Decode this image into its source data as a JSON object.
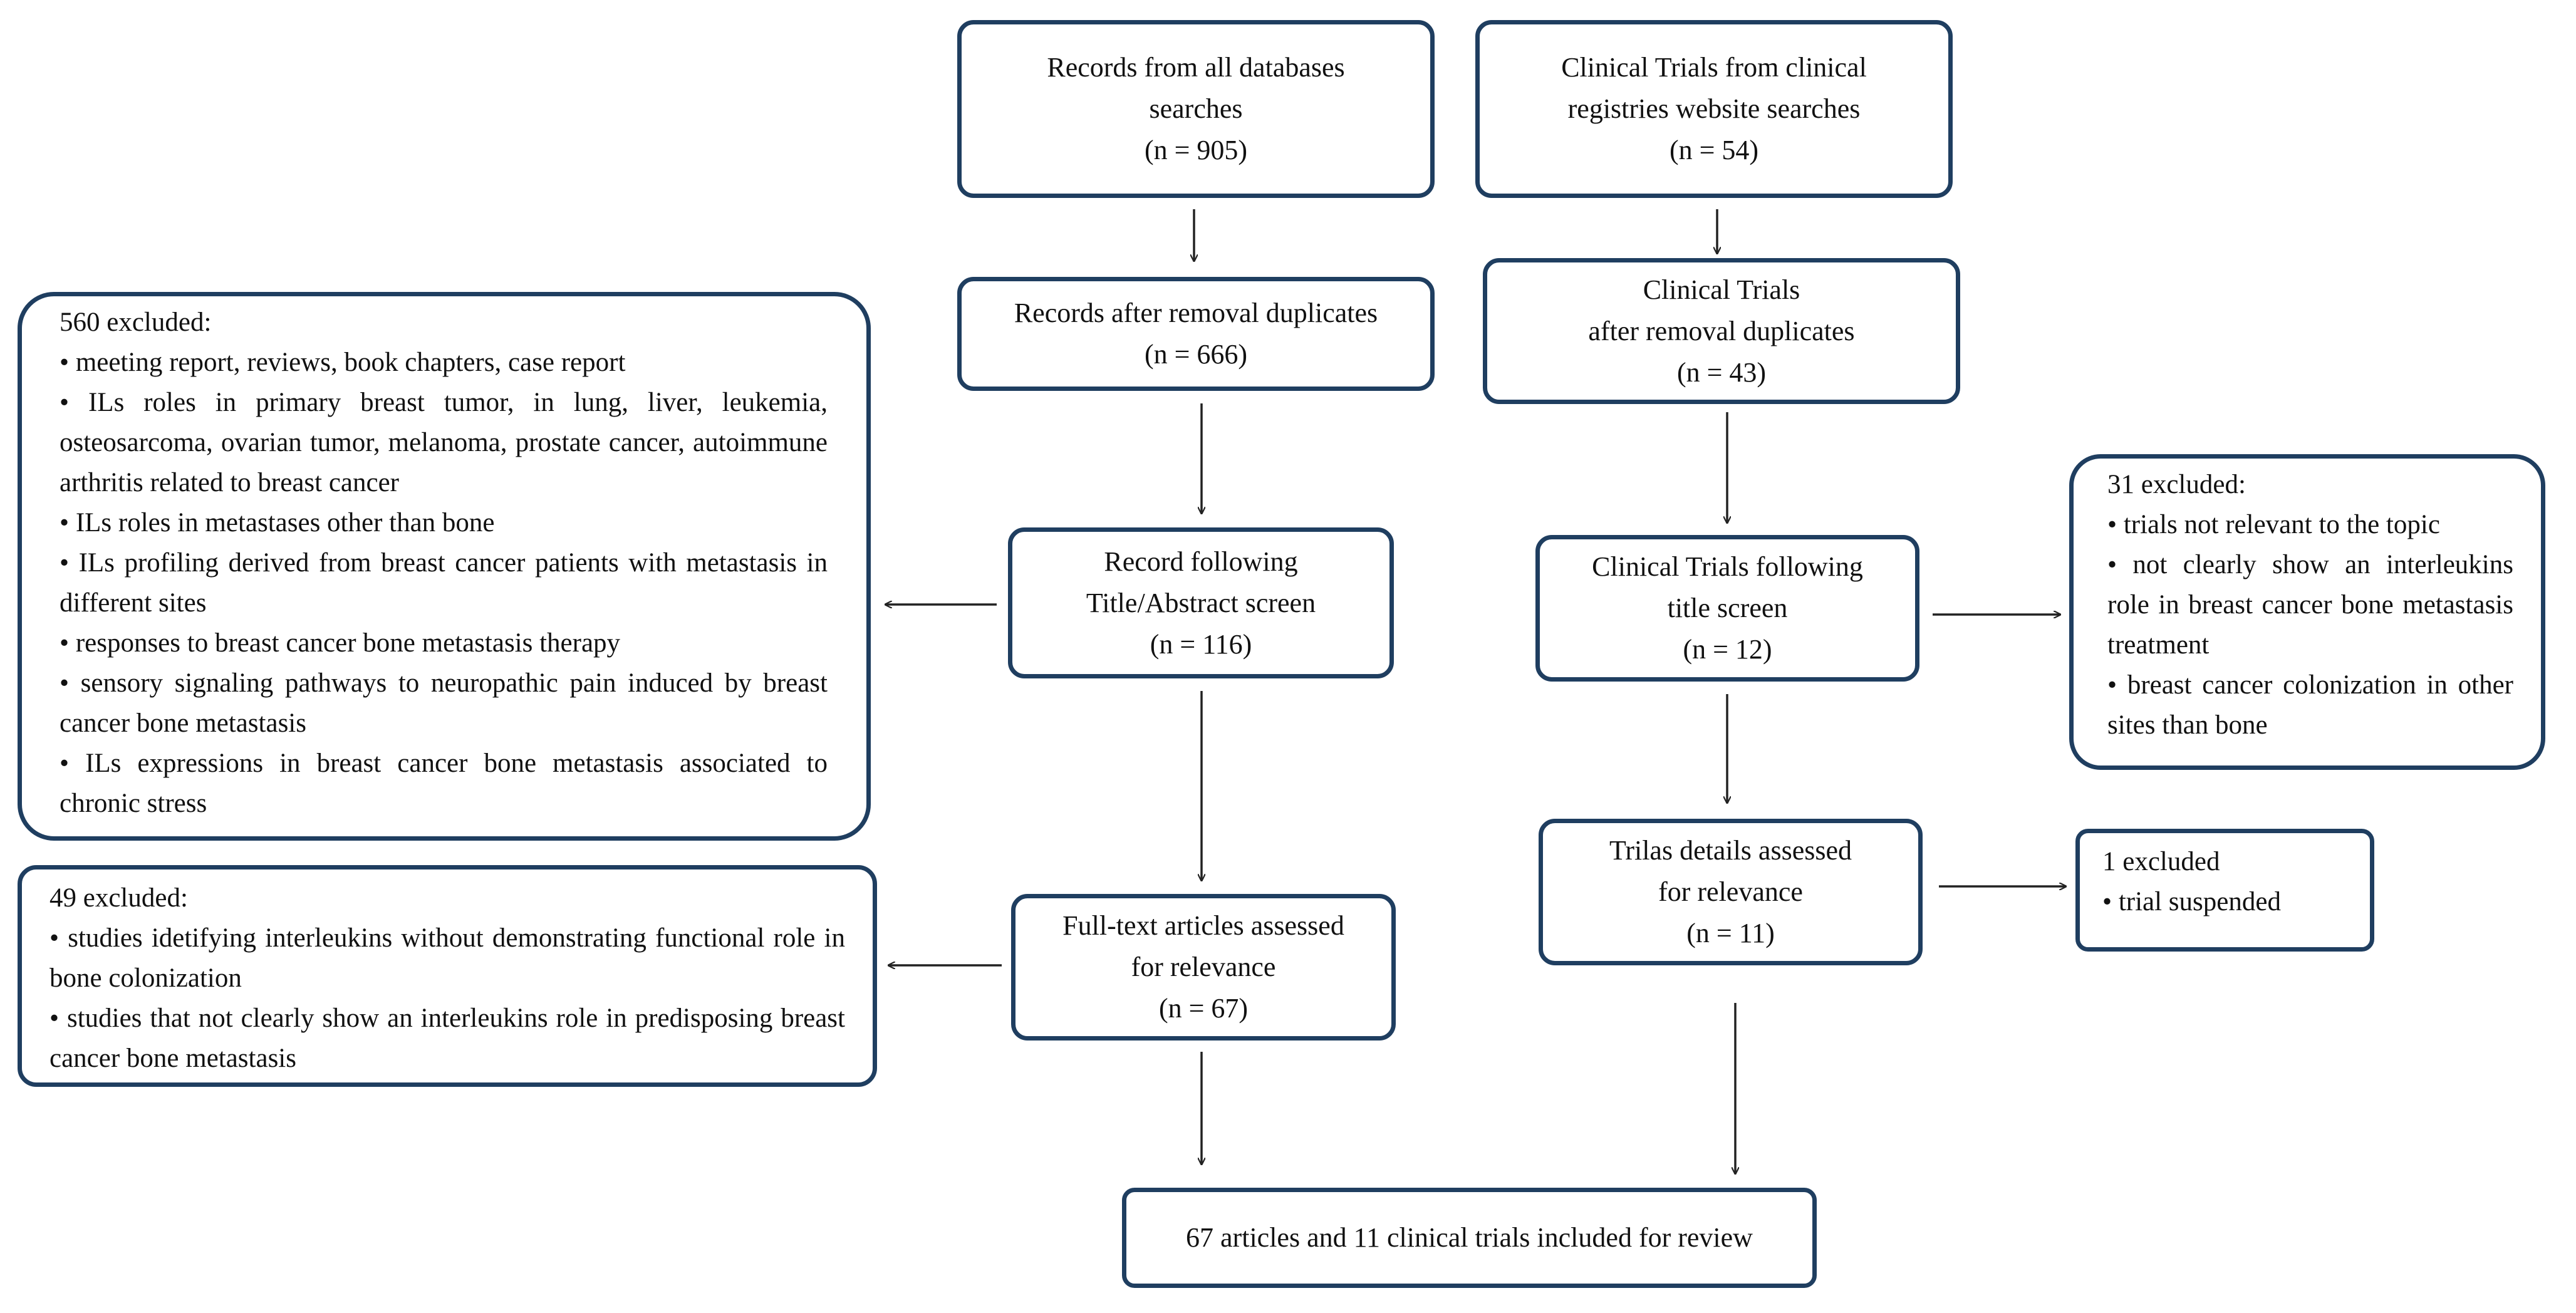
{
  "left_column": {
    "records_all": [
      "Records from all databases",
      "searches",
      "(n = 905)"
    ],
    "records_dedup": [
      "Records after removal duplicates",
      "(n = 666)"
    ],
    "records_screen": [
      "Record following",
      "Title/Abstract screen",
      "(n = 116)"
    ],
    "fulltext": [
      "Full-text articles assessed",
      "for relevance",
      "(n = 67)"
    ]
  },
  "right_column": {
    "trials_all": [
      "Clinical Trials  from clinical",
      "registries website searches",
      "(n = 54)"
    ],
    "trials_dedup": [
      "Clinical Trials",
      "after removal  duplicates",
      "(n = 43)"
    ],
    "trials_screen": [
      "Clinical Trials  following",
      "title screen",
      "(n = 12)"
    ],
    "trials_details": [
      "Trilas  details assessed",
      "for relevance",
      "(n = 11)"
    ]
  },
  "final": {
    "label": "67 articles and 11 clinical trials included for review"
  },
  "exclusions": {
    "screen_560": {
      "title": "560 excluded:",
      "items": [
        "meeting report, reviews, book chapters, case report",
        "ILs roles in primary breast tumor, in lung, liver, leukemia, osteosarcoma, ovarian tumor, melanoma, prostate cancer, autoimmune arthritis related to breast cancer",
        "ILs roles in metastases other than bone",
        "ILs profiling derived from breast cancer patients with metastasis in different sites",
        "responses to breast cancer bone metastasis therapy",
        "sensory signaling pathways to neuropathic pain induced by breast cancer bone metastasis",
        "ILs expressions in breast cancer bone metastasis associated to chronic stress"
      ]
    },
    "fulltext_49": {
      "title": "49 excluded:",
      "items": [
        "studies idetifying interleukins without demonstrating functional role in bone colonization",
        "studies that not clearly show an interleukins role in predisposing breast cancer bone metastasis"
      ]
    },
    "trials_31": {
      "title": "31 excluded:",
      "items": [
        "trials not relevant to the topic",
        "not clearly show an interleukins role in breast cancer bone metastasis treatment",
        "breast cancer colonization in other sites than bone"
      ]
    },
    "trials_1": {
      "title": "1 excluded",
      "items": [
        "trial suspended"
      ]
    }
  },
  "colors": {
    "box_border": "#1f3e60",
    "arrow": "#222222"
  }
}
